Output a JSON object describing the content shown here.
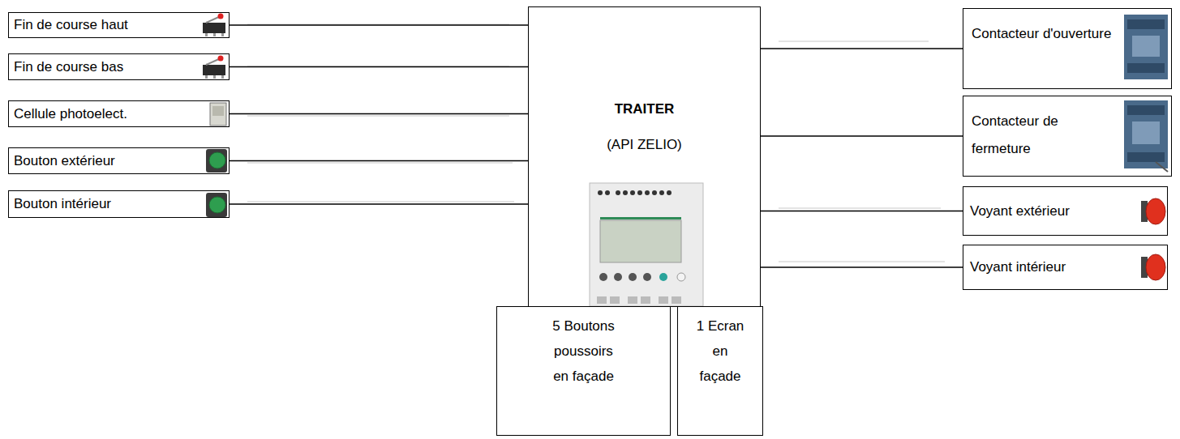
{
  "diagram": {
    "nodes": [
      {
        "text": [
          "Fin de course haut"
        ]
      },
      {
        "text": [
          "Fin de course bas"
        ]
      },
      {
        "text": [
          "Cellule photoelect."
        ]
      },
      {
        "text": [
          "Bouton extérieur"
        ]
      },
      {
        "text": [
          "Bouton intérieur"
        ]
      },
      {
        "text": [
          "TRAITER",
          "(API ZELIO)"
        ]
      },
      {
        "text": [
          "Contacteur d'ouverture"
        ]
      },
      {
        "text": [
          "Contacteur de fermeture"
        ]
      },
      {
        "text": [
          "Voyant extérieur"
        ]
      },
      {
        "text": [
          "Voyant intérieur"
        ]
      },
      {
        "text": [
          "5 Boutons poussoirs en façade"
        ]
      },
      {
        "text": [
          "1 Ecran en façade"
        ]
      }
    ],
    "edges": [
      {
        "from": 0,
        "to": 5,
        "arrow": "none"
      },
      {
        "from": 1,
        "to": 5,
        "arrow": "none"
      },
      {
        "from": 2,
        "to": 5,
        "arrow": "none"
      },
      {
        "from": 3,
        "to": 5,
        "arrow": "none"
      },
      {
        "from": 4,
        "to": 5,
        "arrow": "none"
      },
      {
        "from": 5,
        "to": 6,
        "arrow": "none"
      },
      {
        "from": 5,
        "to": 7,
        "arrow": "none"
      },
      {
        "from": 5,
        "to": 8,
        "arrow": "none"
      },
      {
        "from": 5,
        "to": 9,
        "arrow": "none"
      }
    ]
  }
}
